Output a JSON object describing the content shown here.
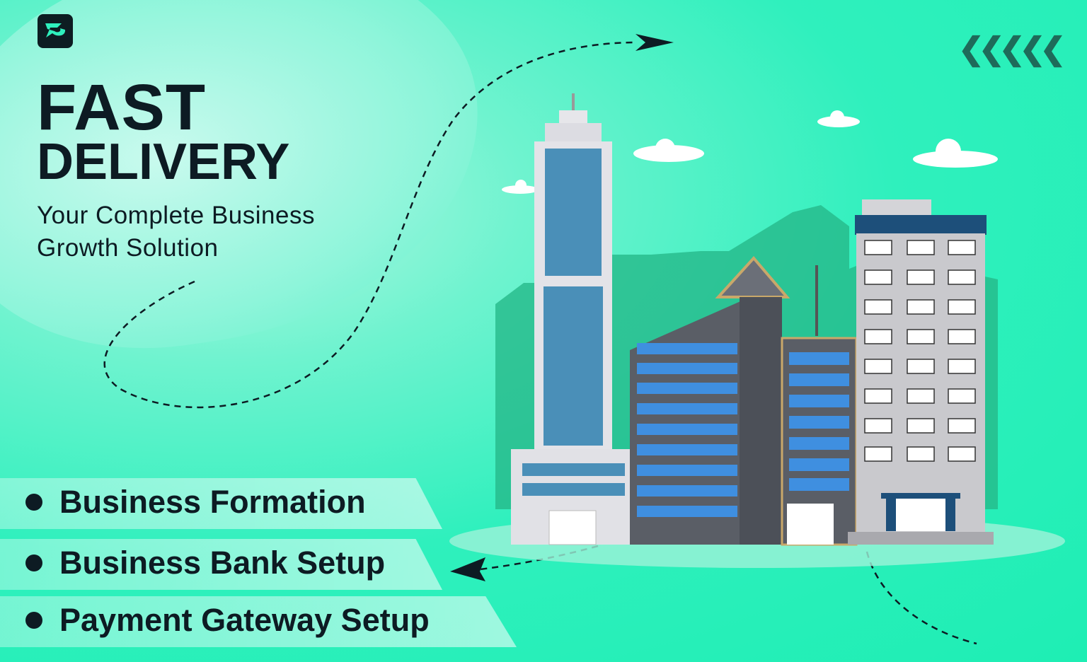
{
  "brand": {
    "logo_icon": "rd-logo-icon"
  },
  "headline": {
    "line1": "FAST",
    "line2": "DELIVERY"
  },
  "subtitle": {
    "line1": "Your Complete Business",
    "line2": "Growth Solution"
  },
  "decor": {
    "chevrons": "❮❮❮❮❮"
  },
  "services": [
    {
      "label": "Business Formation"
    },
    {
      "label": "Business Bank Setup"
    },
    {
      "label": "Payment Gateway Setup"
    }
  ],
  "colors": {
    "background": "#1eeeb4",
    "text": "#0d1b23",
    "accent": "#1e6b5a"
  }
}
